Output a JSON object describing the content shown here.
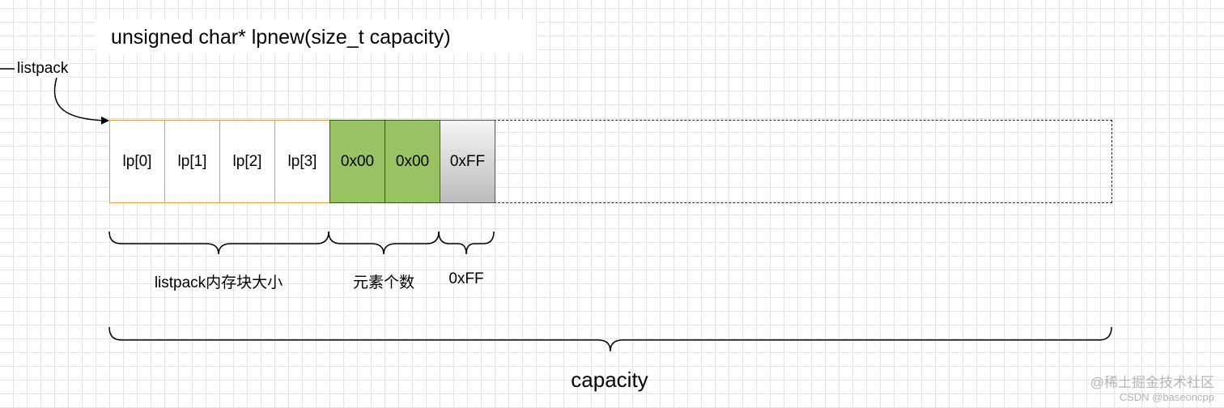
{
  "title": "unsigned char* lpnew(size_t capacity)",
  "pointer_label": "listpack",
  "cells": [
    {
      "label": "lp[0]",
      "kind": "byte"
    },
    {
      "label": "lp[1]",
      "kind": "byte"
    },
    {
      "label": "lp[2]",
      "kind": "byte"
    },
    {
      "label": "lp[3]",
      "kind": "byte"
    },
    {
      "label": "0x00",
      "kind": "count"
    },
    {
      "label": "0x00",
      "kind": "count"
    },
    {
      "label": "0xFF",
      "kind": "end"
    }
  ],
  "braces": {
    "size": "listpack内存块大小",
    "count": "元素个数",
    "end": "0xFF",
    "capacity": "capacity"
  },
  "watermark": {
    "line1": "@稀土掘金技术社区",
    "line2": "CSDN @baseoncpp"
  },
  "colors": {
    "byte_border": "#e2a33d",
    "count_fill": "#99c363",
    "end_fill": "#c8c8c8"
  }
}
